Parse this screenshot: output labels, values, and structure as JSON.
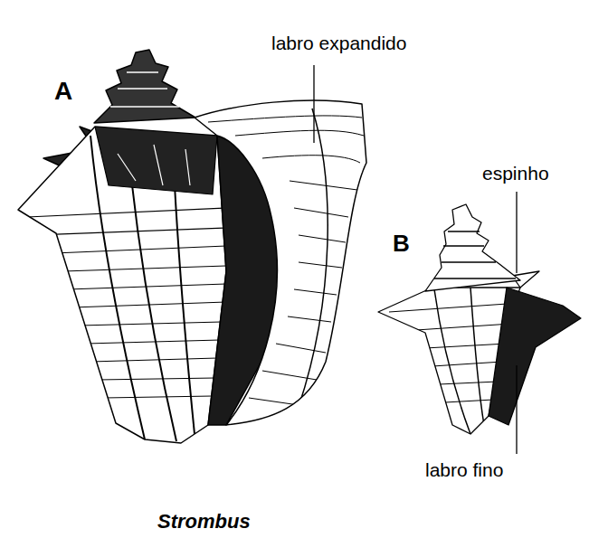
{
  "diagram": {
    "caption": "Strombus",
    "labels": [
      "A",
      "labro expandido",
      "B",
      "espinho",
      "labro fino"
    ]
  }
}
